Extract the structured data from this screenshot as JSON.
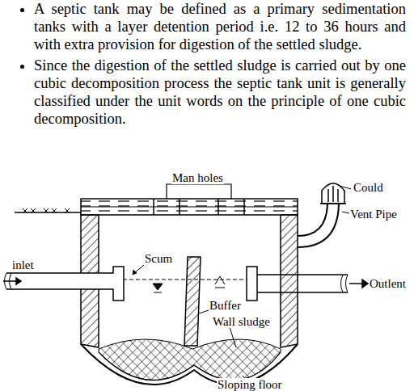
{
  "diagram": {
    "labels": [
      "A septic tank may be defined as a primary sedimentation tanks with a layer detention period i.e. 12 to 36 hours and with extra provision for digestion of the settled sludge.",
      "Since the digestion of the settled sludge is carried out by one cubic decomposition process the septic tank unit is generally classified under the unit words on the principle of one cubic decomposition.",
      "Could",
      "Vent Pipe",
      "Man holes",
      "Scum",
      "inlet",
      "Outlent",
      "Buffer",
      "Wall sludge",
      "Sloping floor"
    ]
  }
}
